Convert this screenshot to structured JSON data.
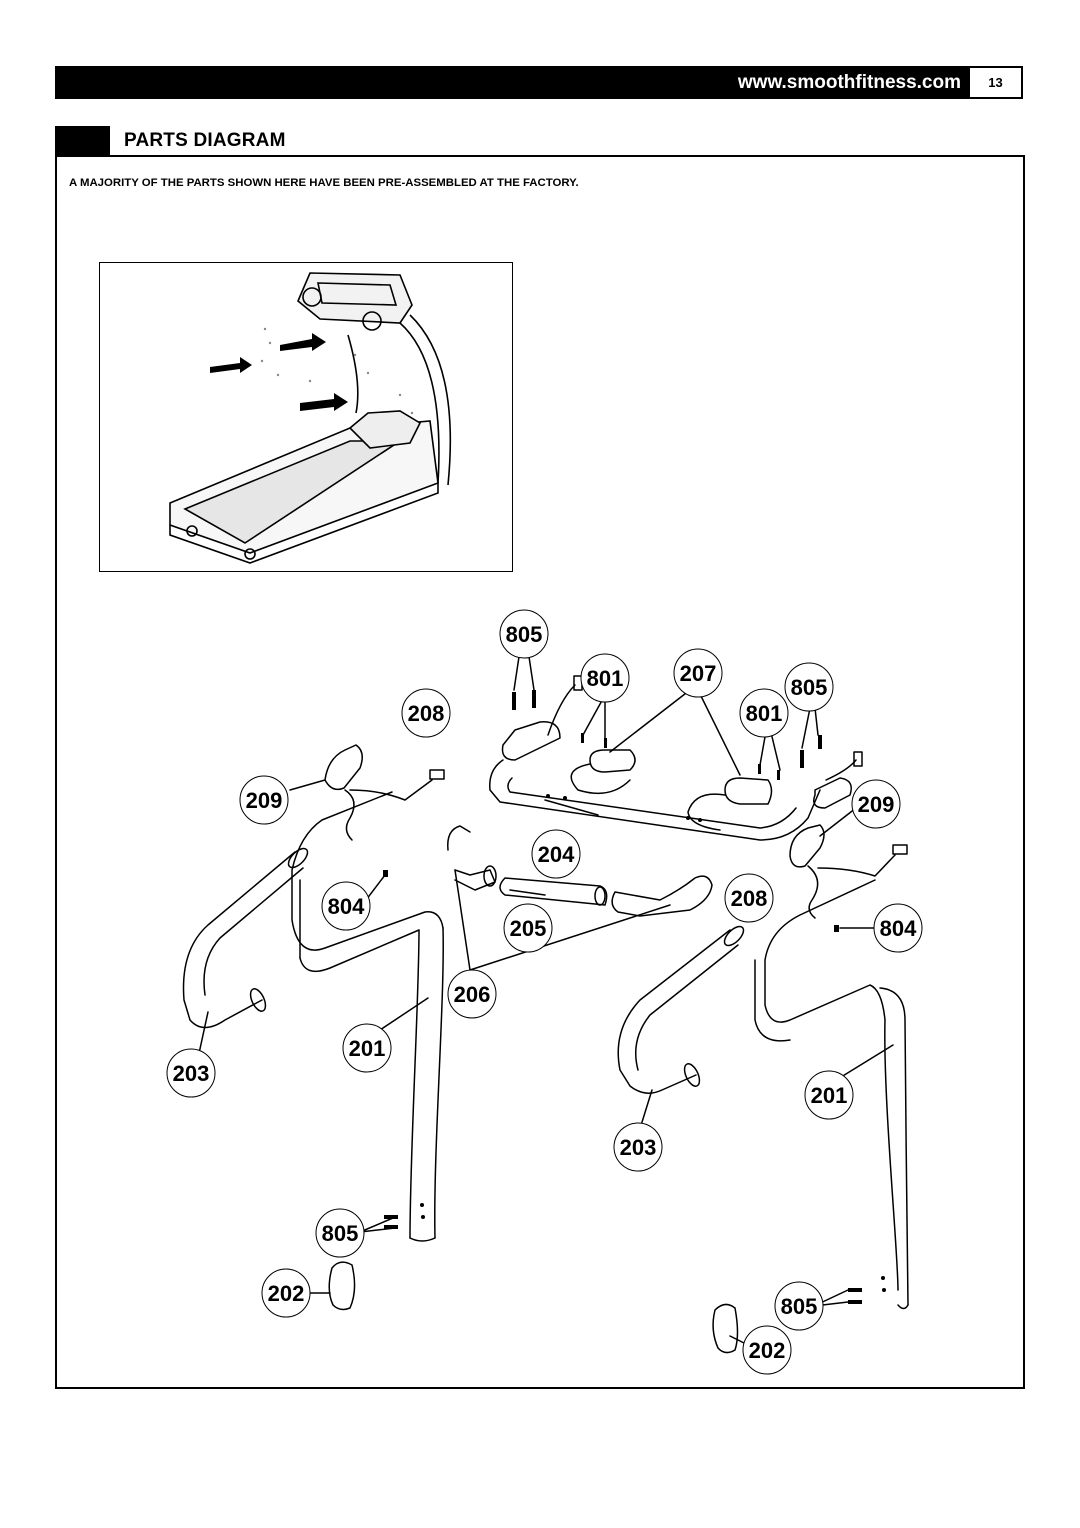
{
  "header": {
    "url": "www.smoothfitness.com",
    "page_number": "13"
  },
  "title": "PARTS DIAGRAM",
  "subtitle": "A MAJORITY OF THE PARTS SHOWN HERE HAVE BEEN PRE-ASSEMBLED AT THE FACTORY.",
  "callouts": {
    "c805_top": "805",
    "c801_left": "801",
    "c207": "207",
    "c805_right": "805",
    "c208_left": "208",
    "c801_right": "801",
    "c209_left": "209",
    "c209_right": "209",
    "c204": "204",
    "c804_left": "804",
    "c208_right": "208",
    "c205": "205",
    "c804_right": "804",
    "c206": "206",
    "c201_left": "201",
    "c203_left": "203",
    "c201_right": "201",
    "c203_right": "203",
    "c805_bottom_left": "805",
    "c202_left": "202",
    "c805_bottom_right": "805",
    "c202_right": "202"
  }
}
